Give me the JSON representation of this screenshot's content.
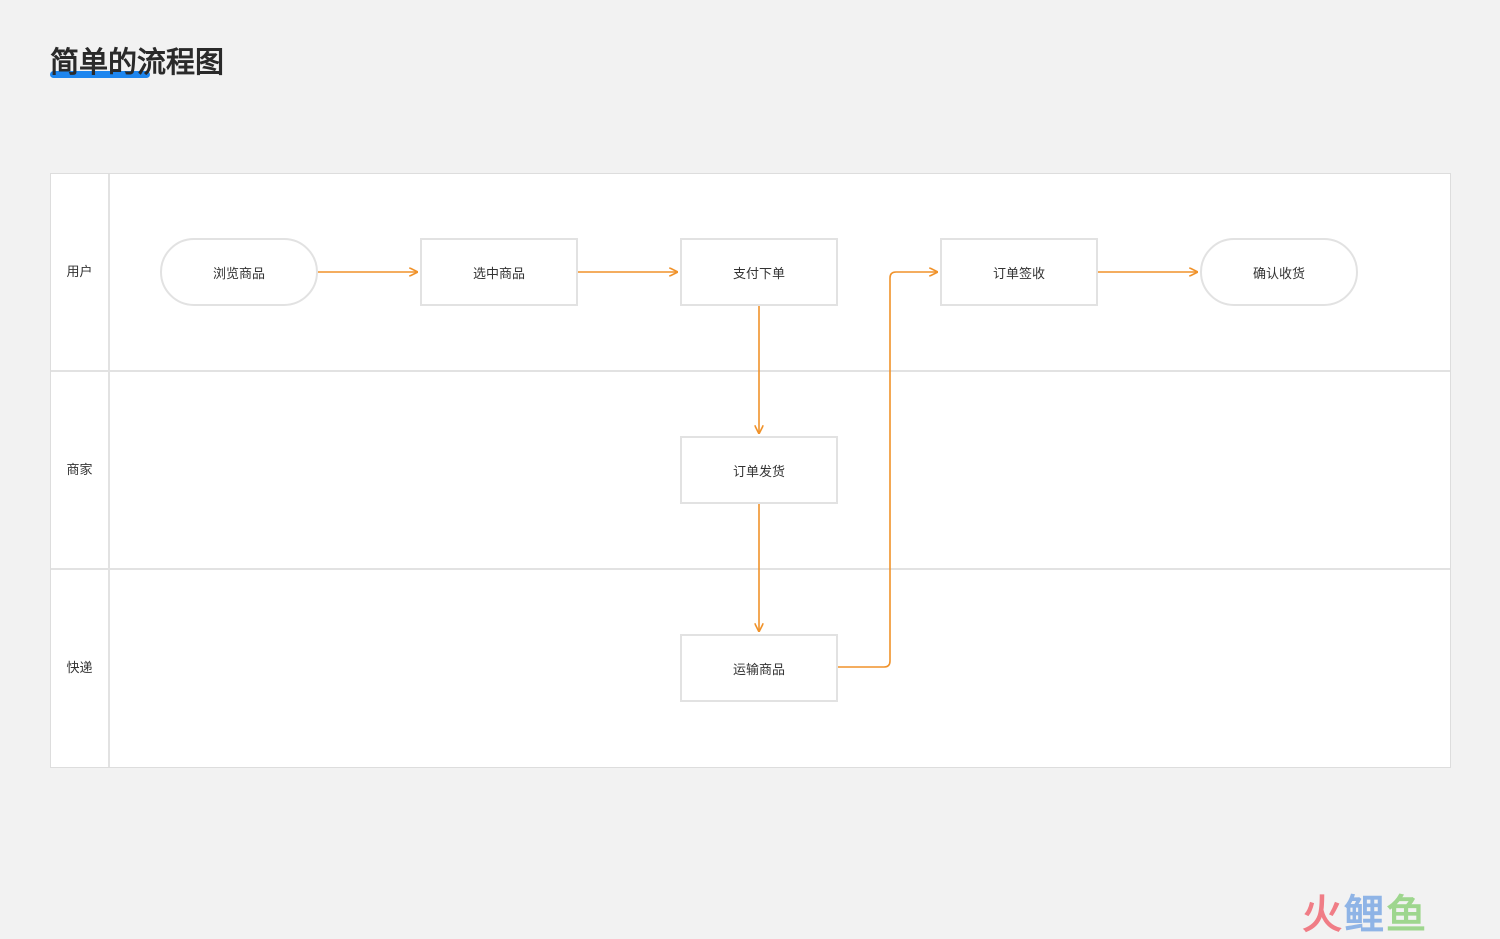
{
  "title": "简单的流程图",
  "colors": {
    "accent": "#1e86ef",
    "arrow": "#f0922a",
    "border": "#e2e2e2",
    "background": "#f2f2f2"
  },
  "lanes": [
    {
      "id": "user",
      "label": "用户"
    },
    {
      "id": "merchant",
      "label": "商家"
    },
    {
      "id": "courier",
      "label": "快递"
    }
  ],
  "nodes": [
    {
      "id": "browse",
      "label": "浏览商品",
      "lane": "user",
      "shape": "terminal"
    },
    {
      "id": "select",
      "label": "选中商品",
      "lane": "user",
      "shape": "process"
    },
    {
      "id": "pay",
      "label": "支付下单",
      "lane": "user",
      "shape": "process"
    },
    {
      "id": "sign",
      "label": "订单签收",
      "lane": "user",
      "shape": "process"
    },
    {
      "id": "confirm",
      "label": "确认收货",
      "lane": "user",
      "shape": "terminal"
    },
    {
      "id": "ship",
      "label": "订单发货",
      "lane": "merchant",
      "shape": "process"
    },
    {
      "id": "transport",
      "label": "运输商品",
      "lane": "courier",
      "shape": "process"
    }
  ],
  "edges": [
    {
      "from": "browse",
      "to": "select"
    },
    {
      "from": "select",
      "to": "pay"
    },
    {
      "from": "pay",
      "to": "ship"
    },
    {
      "from": "ship",
      "to": "transport"
    },
    {
      "from": "transport",
      "to": "sign"
    },
    {
      "from": "sign",
      "to": "confirm"
    }
  ],
  "watermark": {
    "chars": [
      "火",
      "鲤",
      "鱼"
    ],
    "colors": [
      "#f07d86",
      "#8fb4e6",
      "#9ed68e"
    ]
  }
}
